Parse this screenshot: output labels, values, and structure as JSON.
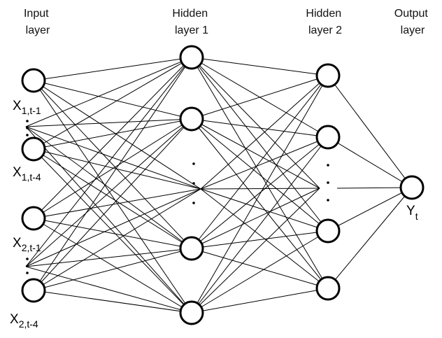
{
  "headers": {
    "input": [
      "Input",
      "layer"
    ],
    "hidden1": [
      "Hidden",
      "layer 1"
    ],
    "hidden2": [
      "Hidden",
      "layer 2"
    ],
    "output": [
      "Output",
      "layer"
    ]
  },
  "input_labels": [
    {
      "main": "X",
      "sub": "1,t-1"
    },
    {
      "main": "X",
      "sub": "1,t-4"
    },
    {
      "main": "X",
      "sub": "2,t-1"
    },
    {
      "main": "X",
      "sub": "2,t-4"
    }
  ],
  "output_label": {
    "main": "Y",
    "sub": "t"
  },
  "ellipsis": "·",
  "colors": {
    "line": "#000000",
    "node_fill": "#ffffff"
  }
}
